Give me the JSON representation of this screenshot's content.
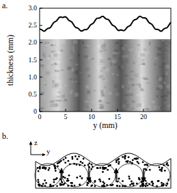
{
  "diagram": {
    "labels": [
      "a.",
      "thickness (mm)",
      "3.0",
      "2.5",
      "2.0",
      "1.5",
      "1.0",
      "0.5",
      "0",
      "0",
      "5",
      "10",
      "15",
      "20",
      "y (mm)",
      "b.",
      "z",
      "y"
    ]
  }
}
